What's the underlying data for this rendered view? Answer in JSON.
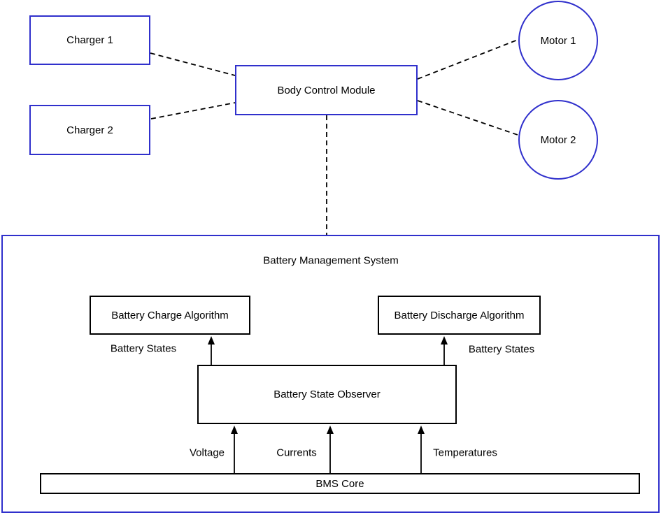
{
  "nodes": {
    "charger1": {
      "label": "Charger 1"
    },
    "charger2": {
      "label": "Charger 2"
    },
    "body_control_module": {
      "label": "Body Control Module"
    },
    "motor1": {
      "label": "Motor 1"
    },
    "motor2": {
      "label": "Motor 2"
    },
    "battery_management_system": {
      "label": "Battery Management System"
    },
    "battery_charge_algorithm": {
      "label": "Battery Charge Algorithm"
    },
    "battery_discharge_algorithm": {
      "label": "Battery Discharge Algorithm"
    },
    "battery_state_observer": {
      "label": "Battery State Observer"
    },
    "bms_core": {
      "label": "BMS Core"
    }
  },
  "edge_labels": {
    "battery_states_left": "Battery States",
    "battery_states_right": "Battery States",
    "voltage": "Voltage",
    "currents": "Currents",
    "temperatures": "Temperatures"
  },
  "colors": {
    "blue_node_border": "#3030cc",
    "black_node_border": "#000000",
    "connector": "#000000",
    "text": "#000000",
    "background": "#ffffff"
  }
}
